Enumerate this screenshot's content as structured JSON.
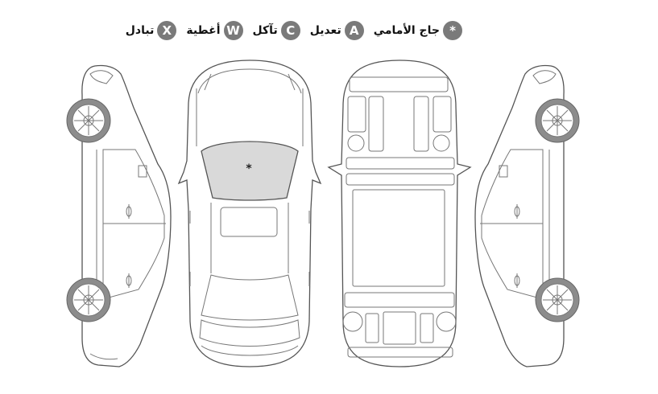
{
  "legend": [
    {
      "symbol": "*",
      "label": "جاج الأمامي"
    },
    {
      "symbol": "A",
      "label": "تعديل"
    },
    {
      "symbol": "C",
      "label": "تآكل"
    },
    {
      "symbol": "W",
      "label": "أغطية"
    },
    {
      "symbol": "X",
      "label": "تبادل"
    }
  ],
  "marks": [
    {
      "view": "top",
      "part": "windshield",
      "symbol": "*"
    }
  ],
  "colors": {
    "badge": "#7a7a7a",
    "damage_fill": "#d9d9d9",
    "line": "#555555"
  }
}
